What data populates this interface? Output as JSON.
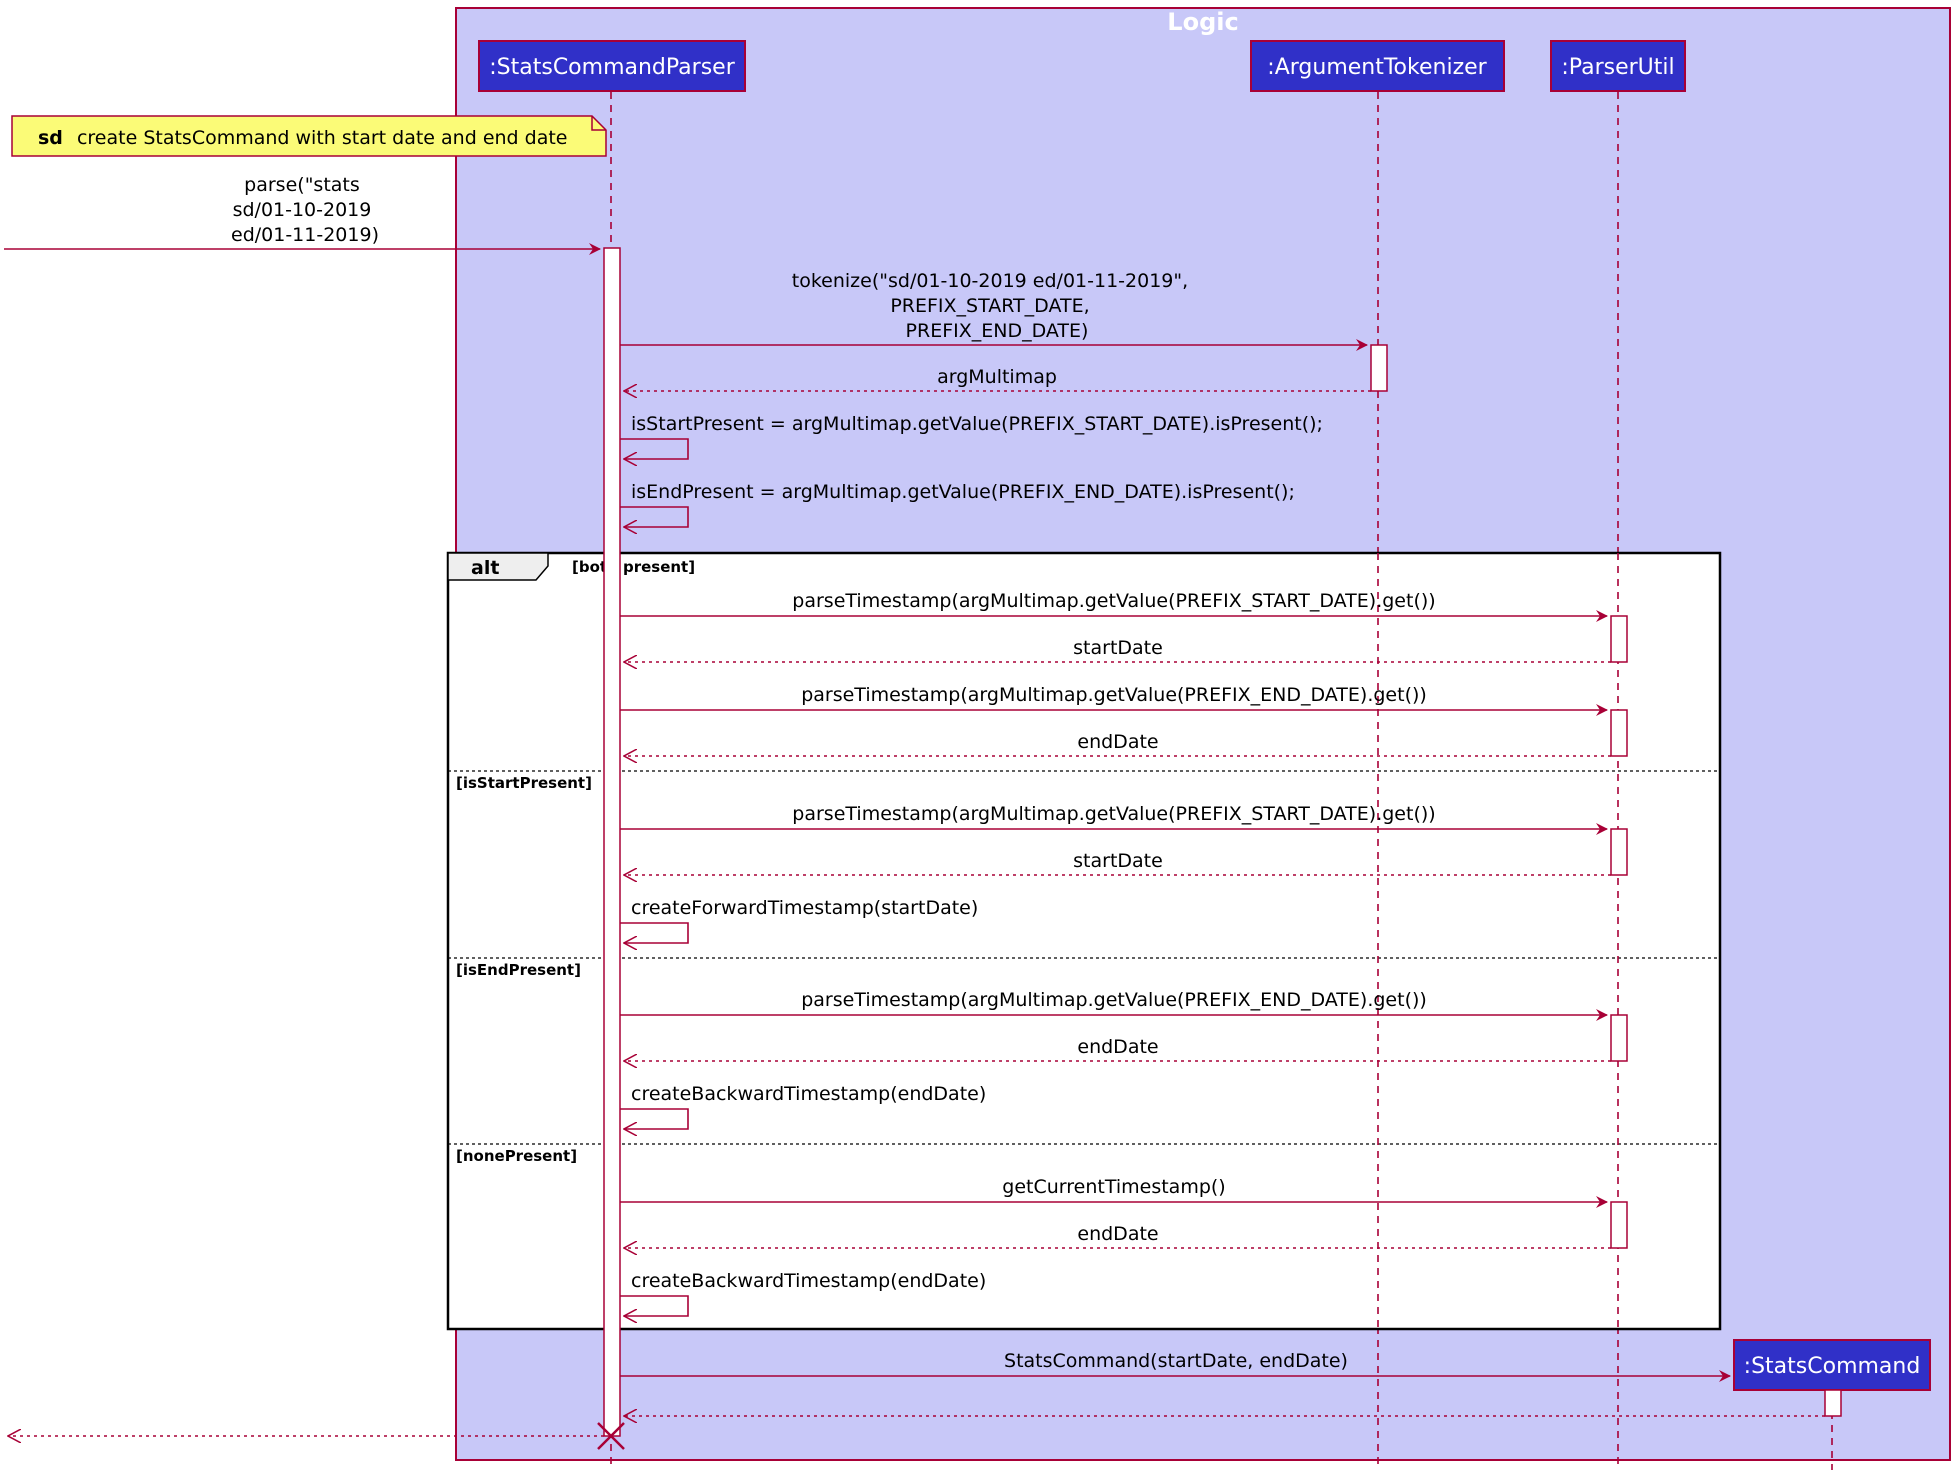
{
  "colors": {
    "box_fill": "#c8c8f8",
    "box_border": "#a80036",
    "participant_fill": "#3030c8",
    "arrow": "#a80036",
    "note_fill": "#fbfb77"
  },
  "box": {
    "title": "Logic"
  },
  "participants": [
    {
      "id": "parser",
      "label": ":StatsCommandParser"
    },
    {
      "id": "tokenizer",
      "label": ":ArgumentTokenizer"
    },
    {
      "id": "util",
      "label": ":ParserUtil"
    },
    {
      "id": "command",
      "label": ":StatsCommand"
    }
  ],
  "note": {
    "keyword": "sd",
    "text": "create StatsCommand with start date and end date"
  },
  "entry_message": [
    "parse(\"stats",
    "sd/01-10-2019",
    "ed/01-11-2019)"
  ],
  "messages": [
    {
      "lines": [
        "tokenize(\"sd/01-10-2019 ed/01-11-2019\",",
        "PREFIX_START_DATE,",
        "PREFIX_END_DATE)"
      ]
    },
    {
      "lines": [
        "argMultimap"
      ]
    },
    {
      "lines": [
        "isStartPresent = argMultimap.getValue(PREFIX_START_DATE).isPresent();"
      ]
    },
    {
      "lines": [
        "isEndPresent = argMultimap.getValue(PREFIX_END_DATE).isPresent();"
      ]
    },
    {
      "lines": [
        "parseTimestamp(argMultimap.getValue(PREFIX_START_DATE).get())"
      ]
    },
    {
      "lines": [
        "startDate"
      ]
    },
    {
      "lines": [
        "parseTimestamp(argMultimap.getValue(PREFIX_END_DATE).get())"
      ]
    },
    {
      "lines": [
        "endDate"
      ]
    },
    {
      "lines": [
        "parseTimestamp(argMultimap.getValue(PREFIX_START_DATE).get())"
      ]
    },
    {
      "lines": [
        "startDate"
      ]
    },
    {
      "lines": [
        "createForwardTimestamp(startDate)"
      ]
    },
    {
      "lines": [
        "parseTimestamp(argMultimap.getValue(PREFIX_END_DATE).get())"
      ]
    },
    {
      "lines": [
        "endDate"
      ]
    },
    {
      "lines": [
        "createBackwardTimestamp(endDate)"
      ]
    },
    {
      "lines": [
        "getCurrentTimestamp()"
      ]
    },
    {
      "lines": [
        "endDate"
      ]
    },
    {
      "lines": [
        "createBackwardTimestamp(endDate)"
      ]
    },
    {
      "lines": [
        "StatsCommand(startDate, endDate)"
      ]
    }
  ],
  "alt": {
    "label": "alt",
    "guards": [
      "[both present]",
      "[isStartPresent]",
      "[isEndPresent]",
      "[nonePresent]"
    ]
  }
}
